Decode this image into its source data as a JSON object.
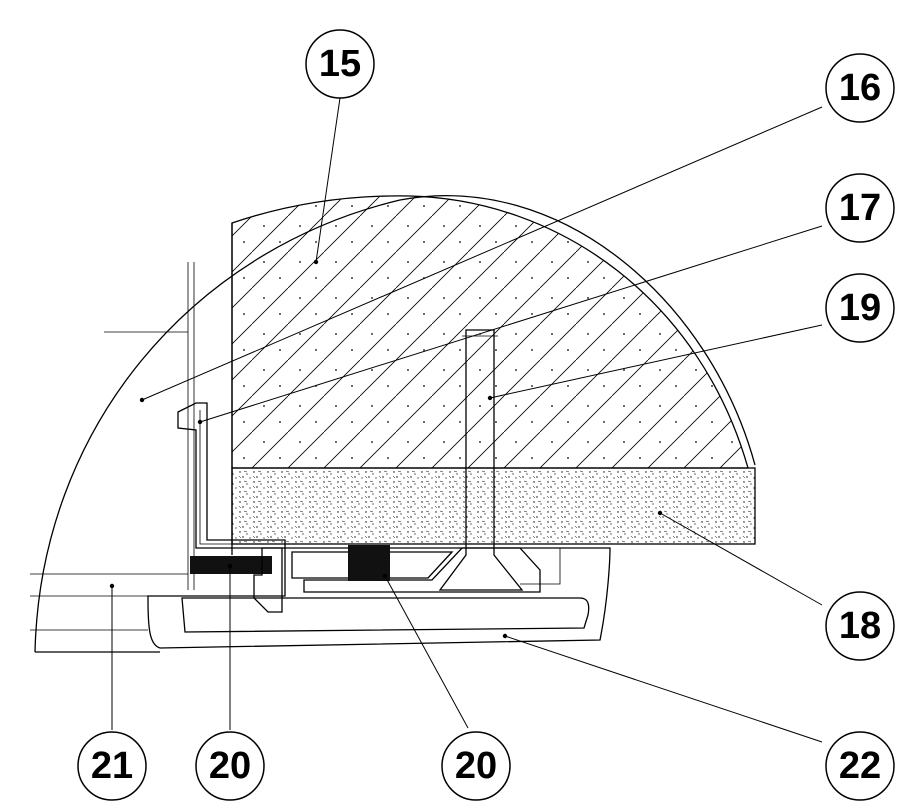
{
  "callouts": [
    {
      "id": "c15",
      "label": "15"
    },
    {
      "id": "c16",
      "label": "16"
    },
    {
      "id": "c17",
      "label": "17"
    },
    {
      "id": "c19",
      "label": "19"
    },
    {
      "id": "c18",
      "label": "18"
    },
    {
      "id": "c22",
      "label": "22"
    },
    {
      "id": "c21",
      "label": "21"
    },
    {
      "id": "c20a",
      "label": "20"
    },
    {
      "id": "c20b",
      "label": "20"
    }
  ],
  "colors": {
    "line": "#000000",
    "background": "#ffffff",
    "fill_dark": "#111111"
  }
}
